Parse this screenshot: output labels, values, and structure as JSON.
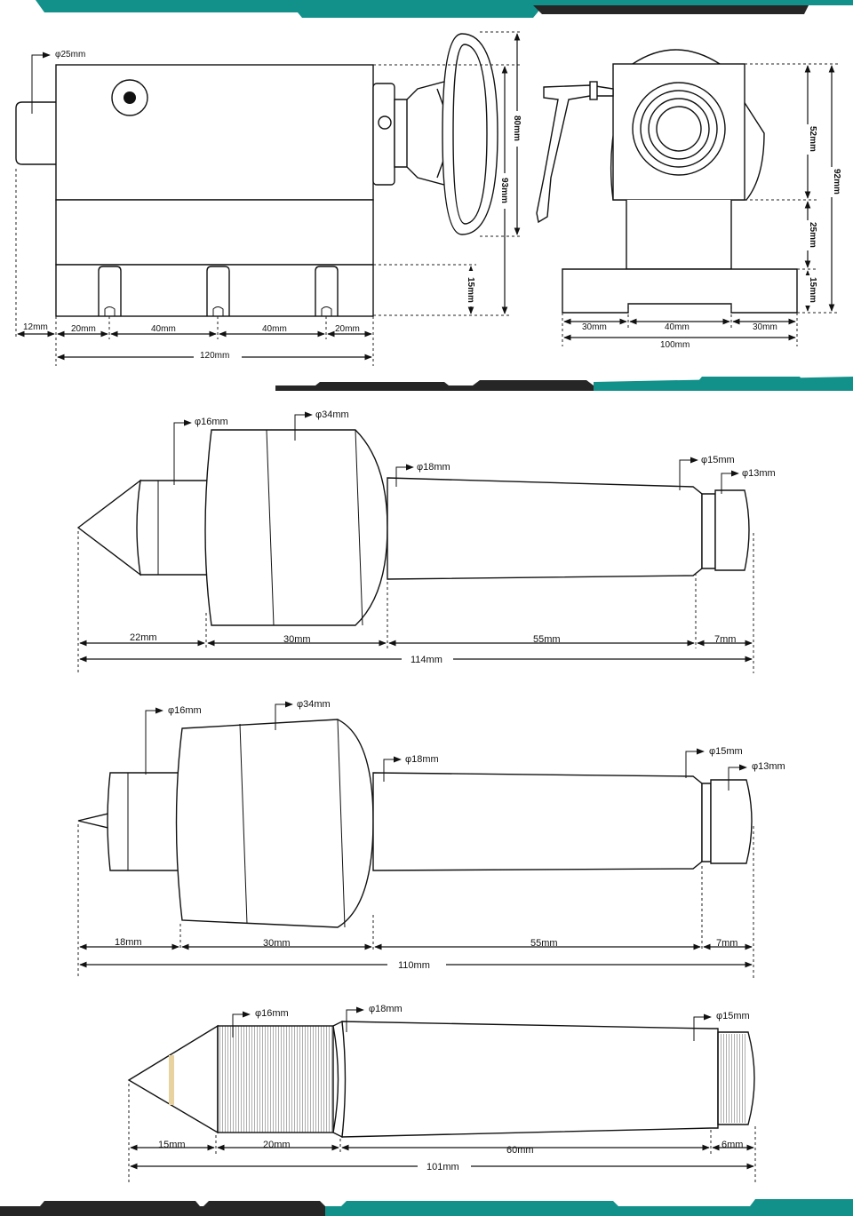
{
  "colors": {
    "teal": "#12918b",
    "dark": "#262626",
    "line": "#111111",
    "brass": "#e8d3a0"
  },
  "tailstock": {
    "front": {
      "dia": "φ25mm",
      "h_total": "93mm",
      "h_upper": "80mm",
      "h_base": "15mm",
      "w_shaft": "12mm",
      "w_a": "20mm",
      "w_b": "40mm",
      "w_c": "40mm",
      "w_d": "20mm",
      "w_total": "120mm"
    },
    "side": {
      "h_top": "52mm",
      "h_mid": "25mm",
      "h_base": "15mm",
      "h_total": "92mm",
      "w_left": "30mm",
      "w_mid": "40mm",
      "w_right": "30mm",
      "w_total": "100mm"
    }
  },
  "center1": {
    "dia_tip": "φ16mm",
    "dia_body": "φ34mm",
    "dia_shank": "φ18mm",
    "dia_end": "φ15mm",
    "dia_tang": "φ13mm",
    "l_tip": "22mm",
    "l_body": "30mm",
    "l_shank": "55mm",
    "l_tang": "7mm",
    "l_total": "114mm"
  },
  "center2": {
    "dia_tip": "φ16mm",
    "dia_body": "φ34mm",
    "dia_shank": "φ18mm",
    "dia_end": "φ15mm",
    "dia_tang": "φ13mm",
    "l_tip": "18mm",
    "l_body": "30mm",
    "l_shank": "55mm",
    "l_tang": "7mm",
    "l_total": "110mm"
  },
  "center3": {
    "dia_body": "φ16mm",
    "dia_shank": "φ18mm",
    "dia_end": "φ15mm",
    "l_tip": "15mm",
    "l_body": "20mm",
    "l_shank": "60mm",
    "l_end": "6mm",
    "l_total": "101mm"
  }
}
